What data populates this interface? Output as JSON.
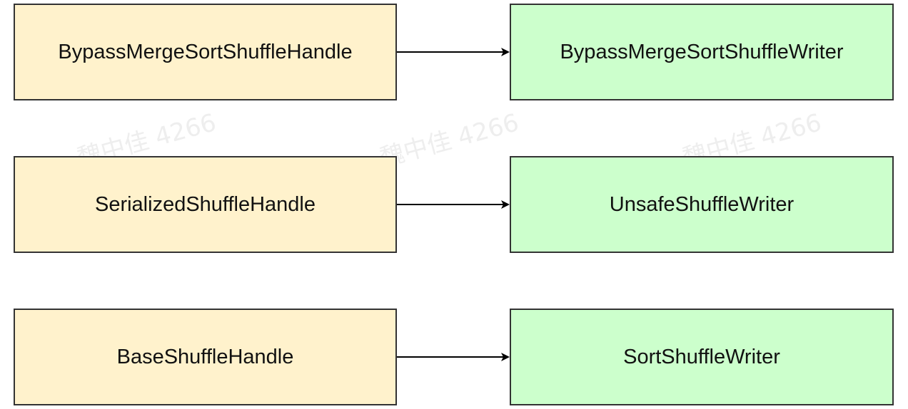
{
  "watermark": {
    "text": "魏中佳 4266"
  },
  "colors": {
    "handle_fill": "#fff2cc",
    "writer_fill": "#ccffcc",
    "border": "#333333",
    "arrow": "#000000"
  },
  "rows": [
    {
      "handle": "BypassMergeSortShuffleHandle",
      "writer": "BypassMergeSortShuffleWriter"
    },
    {
      "handle": "SerializedShuffleHandle",
      "writer": "UnsafeShuffleWriter"
    },
    {
      "handle": "BaseShuffleHandle",
      "writer": "SortShuffleWriter"
    }
  ]
}
